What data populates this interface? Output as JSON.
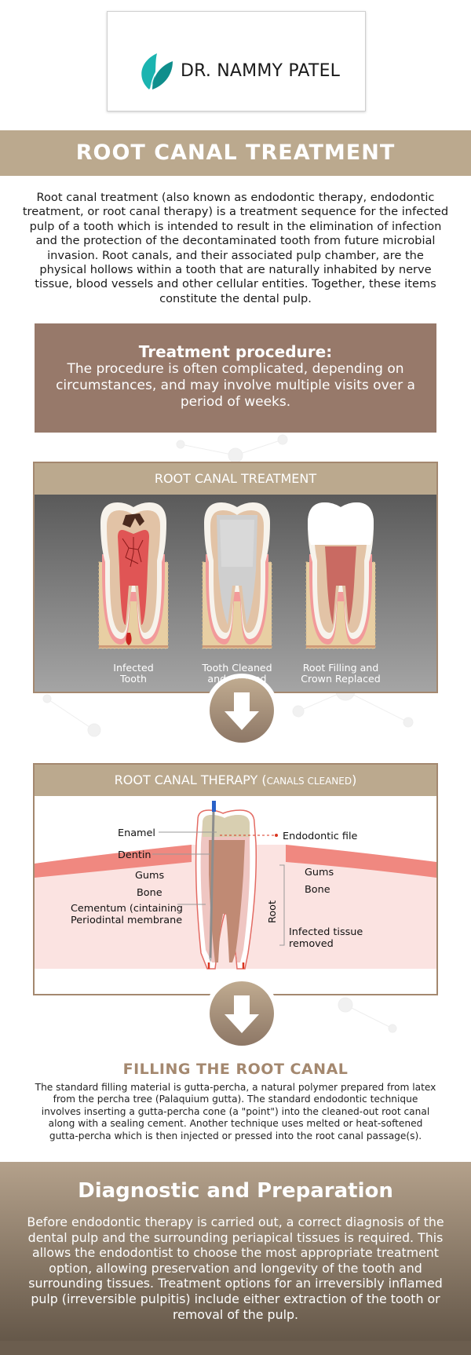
{
  "header": {
    "brand_name": "DR. NAMMY PATEL",
    "logo_icon": "leaf-logo-icon",
    "brand_color": "#1bb4b0"
  },
  "title_band": {
    "title": "ROOT CANAL TREATMENT",
    "background": "#bba98e"
  },
  "intro": {
    "text": "Root canal treatment (also known as endodontic therapy, endodontic treatment, or root canal therapy) is a treatment sequence for the infected pulp of a tooth which is intended to result in the elimination of infection and the protection of the decontaminated tooth from future microbial invasion. Root canals, and their associated pulp chamber, are the physical hollows within a tooth that are naturally inhabited by nerve tissue, blood vessels and other cellular entities. Together, these items constitute the dental pulp."
  },
  "procedure": {
    "title": "Treatment procedure:",
    "text": "The procedure is often complicated, depending on circumstances, and may involve multiple visits over a period of weeks."
  },
  "stages_panel": {
    "heading": "ROOT CANAL TREATMENT",
    "stages": [
      {
        "line1": "Infected",
        "line2": "Tooth"
      },
      {
        "line1": "Tooth Cleaned",
        "line2": "and Shaped"
      },
      {
        "line1": "Root Filling and",
        "line2": "Crown Replaced"
      }
    ]
  },
  "therapy_panel": {
    "heading_main": "ROOT CANAL THERAPY (",
    "heading_small": "CANALS CLEANED",
    "heading_close": ")",
    "labels": {
      "enamel": "Enamel",
      "dentin": "Dentin",
      "gums_left": "Gums",
      "bone_left": "Bone",
      "cementum_line1": "Cementum (cintaining",
      "cementum_line2": "Periodintal membrane",
      "endodontic_file": "Endodontic file",
      "gums_right": "Gums",
      "bone_right": "Bone",
      "root": "Root",
      "infected_line1": "Infected tissue",
      "infected_line2": "removed"
    }
  },
  "filling": {
    "title": "FILLING THE ROOT CANAL",
    "text": "The standard filling material is gutta-percha, a natural polymer prepared from latex from the percha tree (Palaquium gutta). The standard endodontic technique involves inserting a gutta-percha cone (a \"point\") into the cleaned-out root canal along with a sealing cement. Another technique uses melted or heat-softened gutta-percha which is then injected or pressed into the root canal passage(s)."
  },
  "diagnostic": {
    "title": "Diagnostic and Preparation",
    "text": "Before endodontic therapy is carried out, a correct diagnosis of the dental pulp and the surrounding periapical tissues is required. This allows the endodontist to choose the most appropriate treatment option, allowing preservation and longevity of the tooth and surrounding tissues. Treatment options for an irreversibly inflamed pulp (irreversible pulpitis) include either extraction of the tooth or removal of the pulp."
  },
  "icons": {
    "arrow": "down-arrow-icon"
  }
}
